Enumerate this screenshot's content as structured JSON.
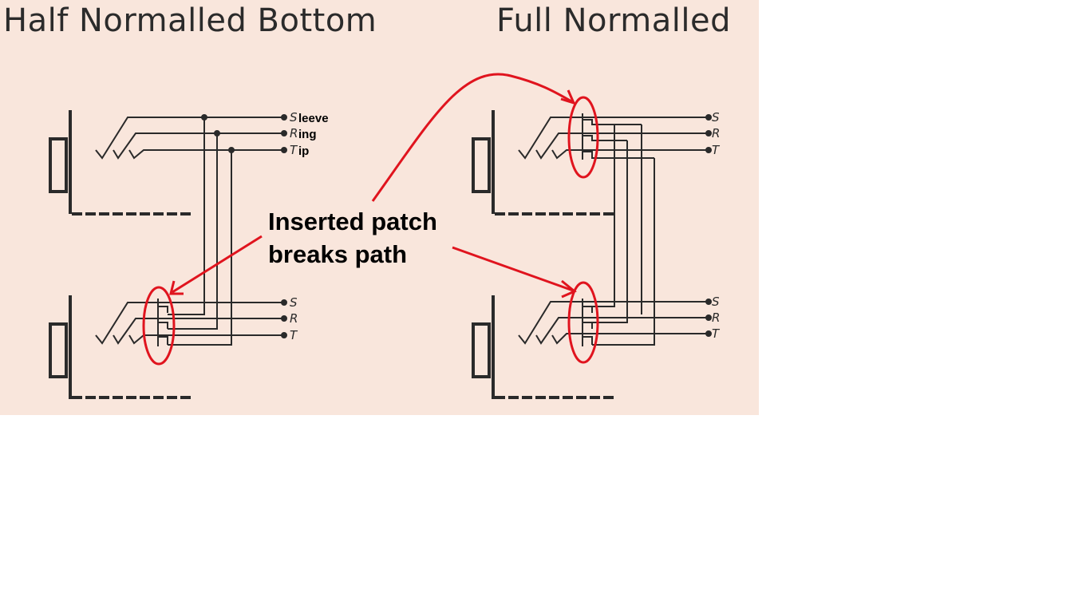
{
  "titles": {
    "left": "Half Normalled Bottom",
    "right": "Full Normalled"
  },
  "callout": {
    "line1": "Inserted patch",
    "line2": "breaks path"
  },
  "terminal_labels": {
    "left_top": {
      "s": "S",
      "r": "R",
      "t": "T",
      "s_rest": "leeve",
      "r_rest": "ing",
      "t_rest": "ip"
    },
    "left_bottom": {
      "s": "S",
      "r": "R",
      "t": "T"
    },
    "right_top": {
      "s": "S",
      "r": "R",
      "t": "T"
    },
    "right_bottom": {
      "s": "S",
      "r": "R",
      "t": "T"
    }
  },
  "colors": {
    "panel_background": "#f9e6dc",
    "line": "#2a2a2a",
    "annotation": "#e0141e",
    "title_text": "#2b2b2b"
  }
}
